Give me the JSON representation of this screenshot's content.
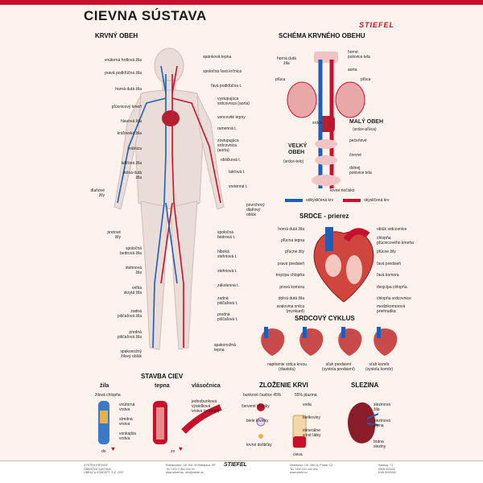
{
  "title": "CIEVNA SÚSTAVA",
  "brand": "STIEFEL",
  "sections": {
    "body": "KRVNÝ OBEH",
    "schema": "SCHÉMA KRVNÉHO OBEHU",
    "heart": "SRDCE - prierez",
    "cycle": "SRDCOVÝ CYKLUS",
    "vessels": "STAVBA CIEV",
    "blood": "ZLOŽENIE KRVI",
    "spleen": "SLEZINA"
  },
  "body_left": [
    "vnútorná hrdlová žila",
    "pravá podkľúčna žila",
    "horná dutá žila",
    "pľúcnicový kmeň",
    "hlavová žila",
    "kráľovská žila",
    "vrátnica",
    "lakťová žila",
    "dolná dutá\nžila",
    "dlaňové\nžily",
    "pretové\nžily",
    "spoločná\nbedrová žila",
    "stehnová\nžila",
    "veľká\nskrytá žila",
    "zadná\npiščaľová žila",
    "predná\npiščaľová žila",
    "spakonožný\nžilový oblúk"
  ],
  "body_right": [
    "spánková tepna",
    "spoločná ľavá krčnica",
    "ľavá podkľúčna t.",
    "vystupujúca\nsrdcovnica (aorta)",
    "vencovité tepny",
    "ramenná t.",
    "zostupujúca\nsrdcovnica\n(aorta)",
    "obličková t.",
    "lakťová t.",
    "vretenná t.",
    "povrchový\ndlaňový\noblúk",
    "spoločná\nbedrová t.",
    "hlboká\nstehnová t.",
    "stehnová t.",
    "zákolenná t.",
    "zadná\npiščaľová t.",
    "predná\npiščaľová t.",
    "spakonožná\ntepna"
  ],
  "schema": {
    "labels_left": [
      "horná dutá\nžila",
      "pľúca",
      "srdce",
      "VEĽKÝ\nOBEH",
      "(srdce-telo)"
    ],
    "labels_right": [
      "horné\npolovice tela",
      "aorta",
      "pľúca",
      "MALÝ OBEH",
      "(srdce-pľúca)",
      "pečeňové",
      "črevné",
      "dolnej\npolovice tela"
    ],
    "mid": "krvné riečisko",
    "legend_blue": "odkysličená krv",
    "legend_red": "okysličená krv"
  },
  "heart_left": [
    "horná dutá žila",
    "pľúcna tepna",
    "pľúcne žily",
    "pravá predsieň",
    "trojcípa chlopňa",
    "pravá komora",
    "dolná dutá žila",
    "svalovina srdca\n(myokard)"
  ],
  "heart_right": [
    "oblúk srdcovnice",
    "chlopňa\npľúcnicového kmeňa",
    "pľúcne žily",
    "ľavá predsieň",
    "ľavá komora",
    "dvojcípa chlopňa",
    "chlopňa srdcovnice",
    "medzikomorová\npriehradka"
  ],
  "cycle": [
    "naplnenie srdca krvou\n(diastola)",
    "sťah predsiení\n(systola predsiení)",
    "sťah komôr\n(systola komôr)"
  ],
  "vessels": {
    "vein": "žila",
    "artery": "tepna",
    "capillary": "vlásočnica",
    "valve": "žilová chlopňa",
    "layers": [
      "vnútorná\nvrstva",
      "stredná\nvrstva",
      "vonkajšia\nvrstva"
    ],
    "endo": "jednobunková\nvýstelková\nvrstva (endotel)",
    "to_heart": "do",
    "from_heart": "zo"
  },
  "blood": {
    "cells_pct": "bunkové častice 45%",
    "plasma_pct": "55% plazma",
    "items": [
      "červené krvinky",
      "biele krvinky",
      "krvné doštičky",
      "voda",
      "bielkoviny",
      "minerálne\na iné látky",
      "cievа"
    ]
  },
  "spleen": [
    "slezinová\nžila",
    "slezinová\ntepna",
    "brána\nsleziny"
  ],
  "footer": {
    "left": "SYSTÉM KROVNÝ\nOBEHOVÁ SÚSTAVA\nOBRAZ A KONCEPT: S.Z. 2007",
    "mid1": "Publikované: 1/8, 841 05 Bratislava, SR\nTel: +421 2 654 000 00\nwww.stiefel.sk, info@stiefel.sk",
    "mid2": "Distribútor: 1/8, 286 01, Praha, CZ\nTel: +420 000 000 000\nwww.stiefel.cz",
    "logo": "STIEFEL",
    "right": "Katalóg: 7.1\nISBN 000000\nEAN 0000000"
  }
}
